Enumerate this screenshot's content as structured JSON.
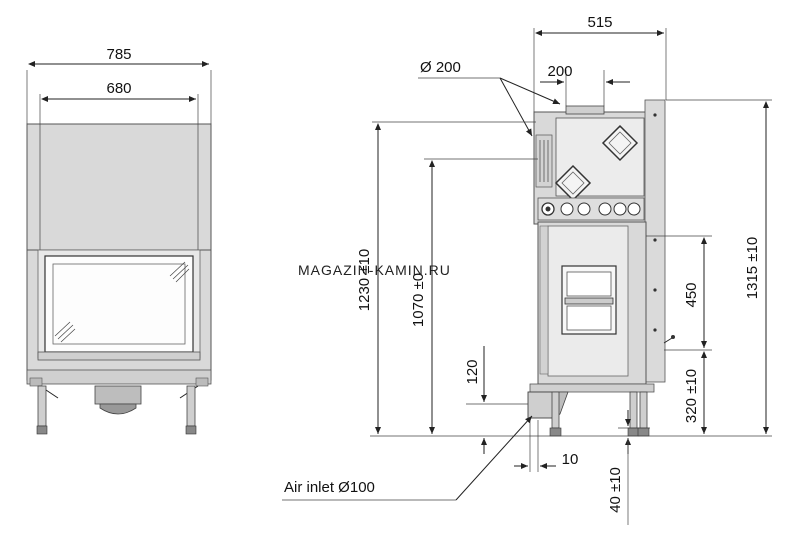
{
  "watermark": "MAGAZIN-KAMIN.RU",
  "front_view": {
    "dim_outer_width": "785",
    "dim_inner_width": "680"
  },
  "side_view": {
    "dim_flue_diameter": "Ø 200",
    "dim_flue_width": "200",
    "dim_depth": "515",
    "dim_flue_height": "1230 ±10",
    "dim_door_top_height": "1070 ±0",
    "dim_total_height": "1315 ±10",
    "dim_control_height": "450",
    "dim_leg_height": "320 ±10",
    "dim_air_inlet_height": "120",
    "dim_foot_offset": "10",
    "dim_foot_adjust": "40 ±10",
    "label_air_inlet": "Air inlet Ø100"
  }
}
